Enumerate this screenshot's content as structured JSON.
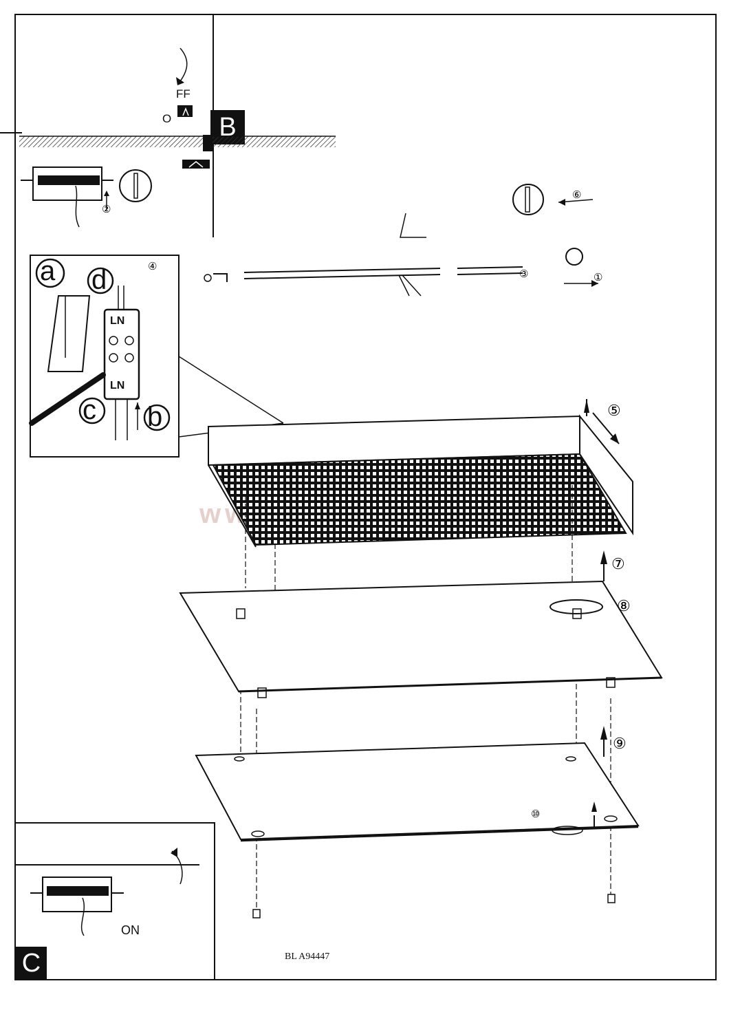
{
  "panels": {
    "a": {
      "switch_state": "FF",
      "indicator": "O"
    },
    "b": {
      "label": "B"
    },
    "c": {
      "label": "C",
      "switch_state": "ON"
    }
  },
  "inset": {
    "step": "④",
    "letters": [
      "a",
      "d",
      "c",
      "b"
    ],
    "terminal_top": "LN",
    "terminal_bottom": "LN"
  },
  "steps": [
    "①",
    "②",
    "③",
    "⑤",
    "⑥",
    "⑦",
    "⑧",
    "⑨",
    "⑩"
  ],
  "watermark": "www",
  "document_code": "BL A94447"
}
